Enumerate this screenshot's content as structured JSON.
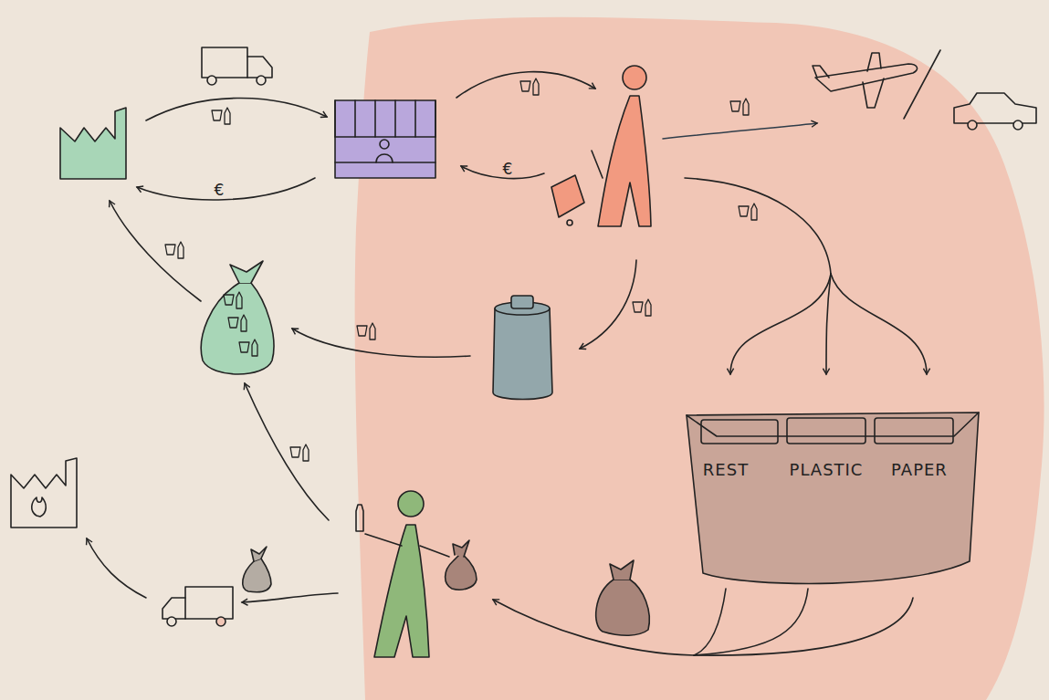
{
  "diagram": {
    "nodes": [
      {
        "text": [
          "REST",
          "PLASTIC",
          "PAPER"
        ]
      }
    ],
    "labels": [
      "€",
      "€"
    ]
  }
}
